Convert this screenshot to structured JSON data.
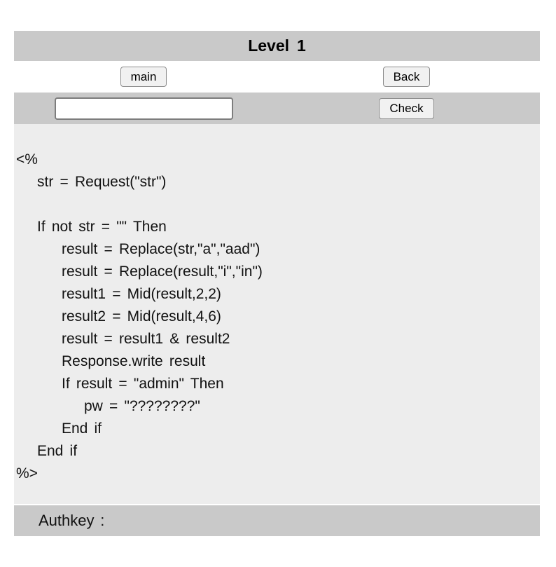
{
  "page": {
    "title": "Level 1"
  },
  "nav": {
    "main_label": "main",
    "back_label": "Back"
  },
  "form": {
    "input_value": "",
    "check_label": "Check"
  },
  "code": {
    "lines": [
      {
        "indent": 0,
        "text": "<%"
      },
      {
        "indent": 1,
        "text": "str = Request(\"str\")"
      },
      {
        "indent": 0,
        "text": ""
      },
      {
        "indent": 1,
        "text": "If not str = \"\" Then"
      },
      {
        "indent": 2,
        "text": "result = Replace(str,\"a\",\"aad\")"
      },
      {
        "indent": 2,
        "text": "result = Replace(result,\"i\",\"in\")"
      },
      {
        "indent": 2,
        "text": "result1 = Mid(result,2,2)"
      },
      {
        "indent": 2,
        "text": "result2 = Mid(result,4,6)"
      },
      {
        "indent": 2,
        "text": "result = result1 & result2"
      },
      {
        "indent": 2,
        "text": "Response.write result"
      },
      {
        "indent": 2,
        "text": "If result = \"admin\" Then"
      },
      {
        "indent": 3,
        "text": "pw = \"????????\""
      },
      {
        "indent": 2,
        "text": "End if"
      },
      {
        "indent": 1,
        "text": "End if"
      },
      {
        "indent": 0,
        "text": "%>"
      }
    ]
  },
  "footer": {
    "authkey_label": "Authkey :"
  },
  "colors": {
    "bar_gray": "#c9c9c9",
    "code_background": "#ededed",
    "button_background": "#f1f1f1",
    "button_border": "#8b8b8b",
    "text": "#111111"
  }
}
